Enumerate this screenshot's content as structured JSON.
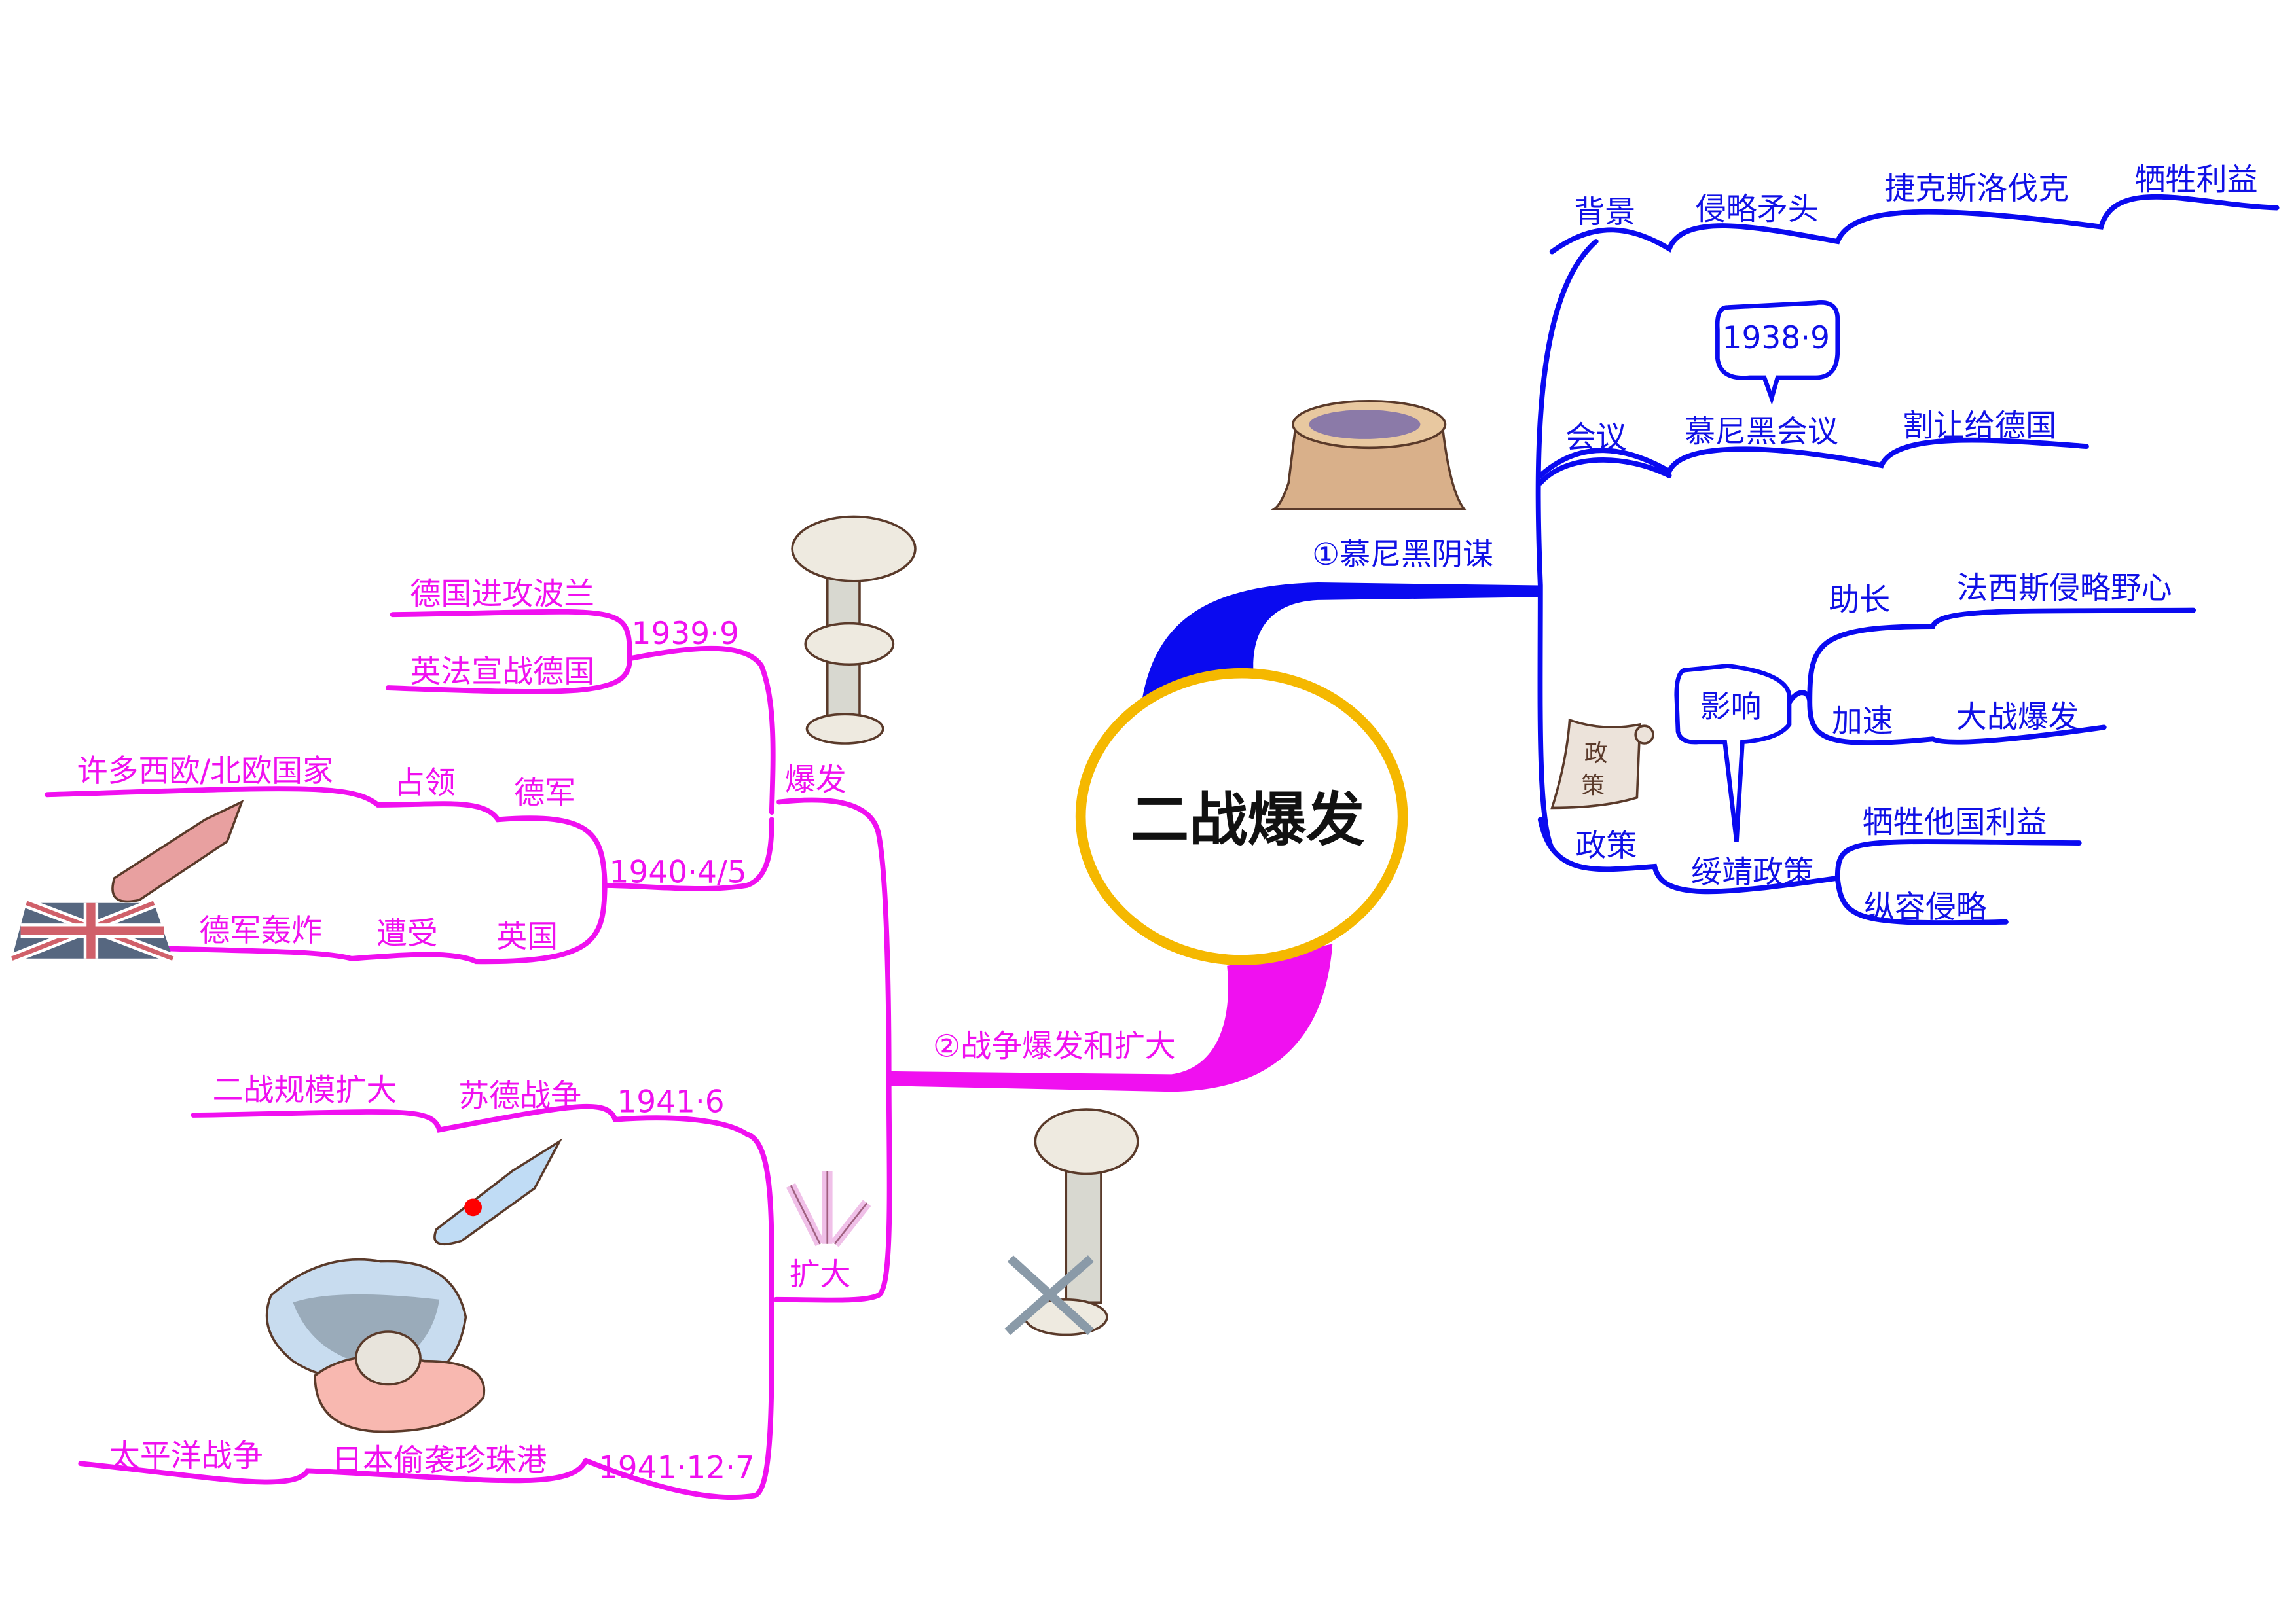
{
  "center": {
    "title": "二战爆发",
    "ring_color": "#f5b800"
  },
  "colors": {
    "branch1": "#0a0af0",
    "branch2": "#f010f0"
  },
  "branch1": {
    "label": "①慕尼黑阴谋",
    "background": {
      "label": "背景",
      "items": [
        "侵略矛头",
        "捷克斯洛伐克",
        "牺牲利益"
      ]
    },
    "meeting": {
      "label": "会议",
      "date": "1938·9",
      "items": [
        "慕尼黑会议",
        "割让给德国"
      ]
    },
    "policy": {
      "label": "政策",
      "icon_text": [
        "政",
        "策"
      ],
      "name": "绥靖政策",
      "results": [
        "牺牲他国利益",
        "纵容侵略"
      ],
      "impact": {
        "label": "影响",
        "items": [
          {
            "verb": "助长",
            "object": "法西斯侵略野心"
          },
          {
            "verb": "加速",
            "object": "大战爆发"
          }
        ]
      }
    }
  },
  "branch2": {
    "label": "②战争爆发和扩大",
    "outbreak": {
      "label": "爆发",
      "events": [
        {
          "date": "1939·9",
          "items": [
            "德国进攻波兰",
            "英法宣战德国"
          ]
        },
        {
          "date": "1940·4/5",
          "upper": [
            "德军",
            "占领",
            "许多西欧/北欧国家"
          ],
          "lower": [
            "英国",
            "遭受",
            "德军轰炸"
          ]
        }
      ]
    },
    "expansion": {
      "label": "扩大",
      "events": [
        {
          "date": "1941·6",
          "items": [
            "苏德战争",
            "二战规模扩大"
          ]
        },
        {
          "date": "1941·12·7",
          "items": [
            "日本偷袭珍珠港",
            "太平洋战争"
          ]
        }
      ]
    }
  }
}
